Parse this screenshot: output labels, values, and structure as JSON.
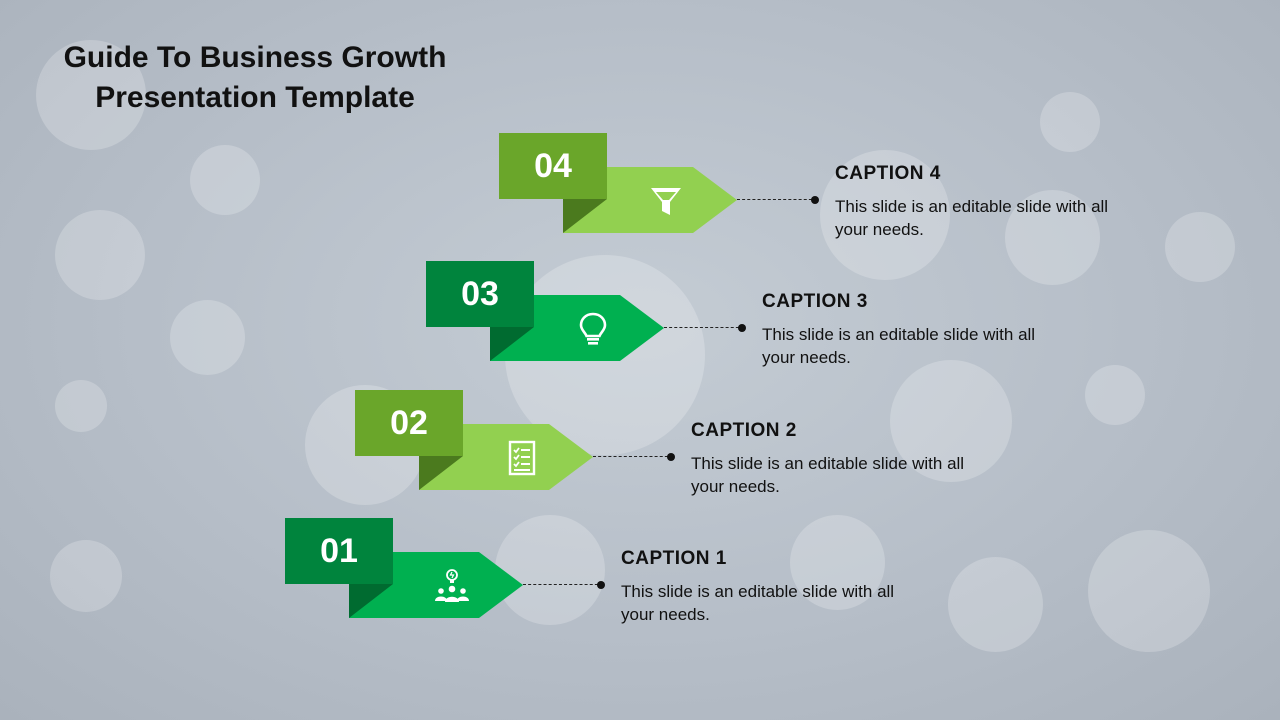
{
  "title_lines": [
    "Guide To Business Growth",
    "Presentation Template"
  ],
  "colors": {
    "dark_green": "#00843d",
    "dark_green_arrow": "#00b050",
    "lime": "#6aa62a",
    "lime_arrow": "#92d050",
    "lime_fold": "#4b7a1e",
    "dark_fold": "#006b30"
  },
  "steps": [
    {
      "number": "01",
      "caption": "CAPTION  1",
      "text": "This slide is an editable slide with all your needs.",
      "icon": "team-idea-icon"
    },
    {
      "number": "02",
      "caption": "CAPTION  2",
      "text": "This slide is an editable slide with all your needs.",
      "icon": "checklist-icon"
    },
    {
      "number": "03",
      "caption": "CAPTION  3",
      "text": "This slide is an editable slide with all your needs.",
      "icon": "lightbulb-icon"
    },
    {
      "number": "04",
      "caption": "CAPTION  4",
      "text": "This slide is an editable slide with all your needs.",
      "icon": "funnel-icon"
    }
  ]
}
